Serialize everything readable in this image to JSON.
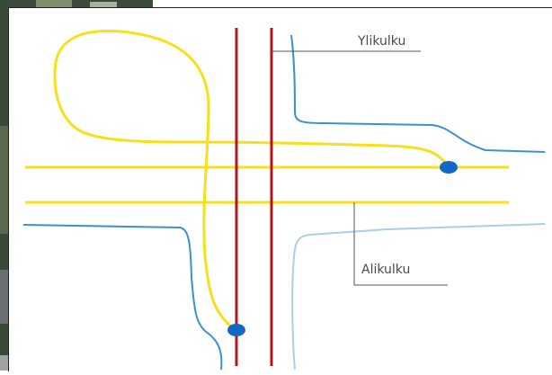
{
  "labels": {
    "overpass": "Ylikulku",
    "underpass": "Alikulku"
  },
  "colors": {
    "road": "#f7df1e",
    "rail": "#b5141a",
    "shore_dark": "#3d8fd0",
    "shore_light": "#a9cfe8",
    "node": "#1268c4",
    "leader": "#555555",
    "border": "#222222"
  },
  "icons": {
    "node": "junction-dot"
  }
}
